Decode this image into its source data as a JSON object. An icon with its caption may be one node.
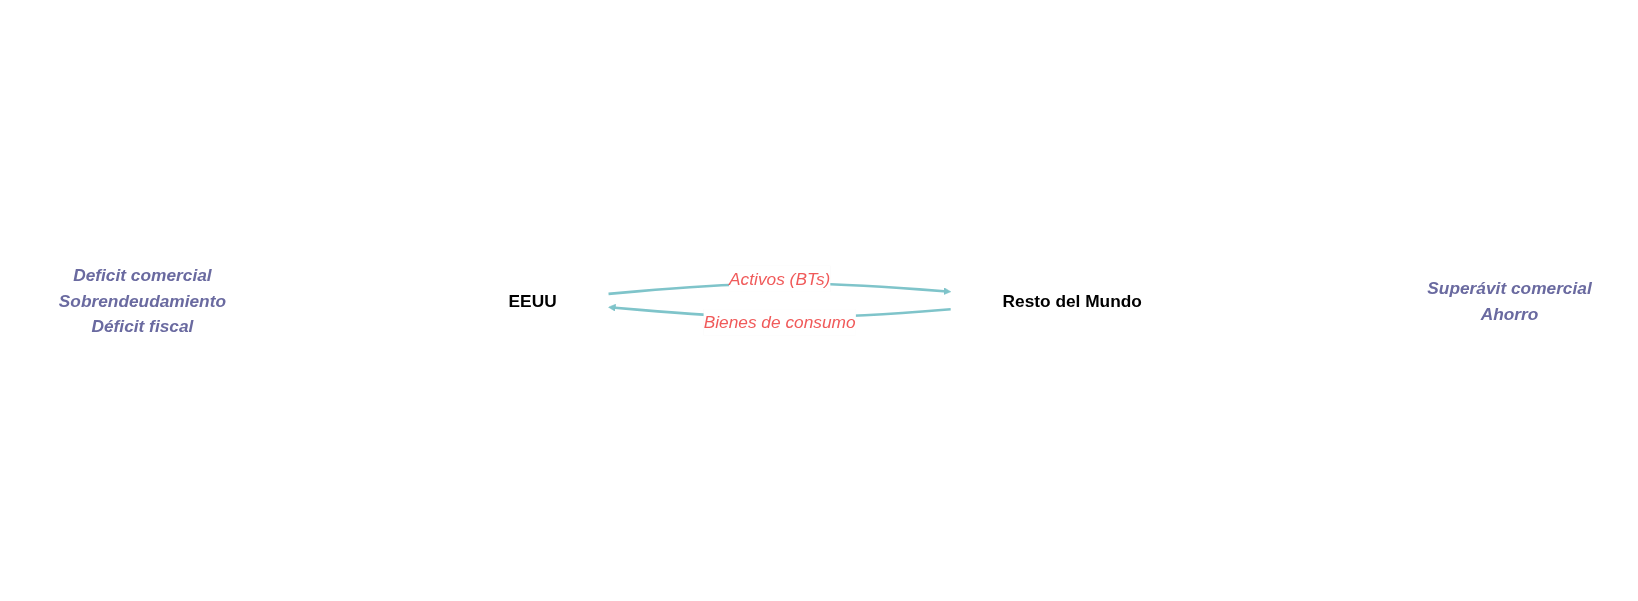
{
  "diagram": {
    "nodes": [
      {
        "text": [
          "EEUU"
        ],
        "beside": [
          "Deficit comercial",
          "Sobrendeudamiento",
          "Déficit fiscal"
        ]
      },
      {
        "text": [
          "Resto del Mundo"
        ],
        "beside": [
          "Superávit comercial",
          "Ahorro"
        ]
      }
    ],
    "edges": [
      {
        "from": 0,
        "to": 1,
        "arrow": "to",
        "label": "Activos (BTs)"
      },
      {
        "from": 1,
        "to": 0,
        "arrow": "to",
        "label": "Bienes de consumo"
      }
    ]
  }
}
